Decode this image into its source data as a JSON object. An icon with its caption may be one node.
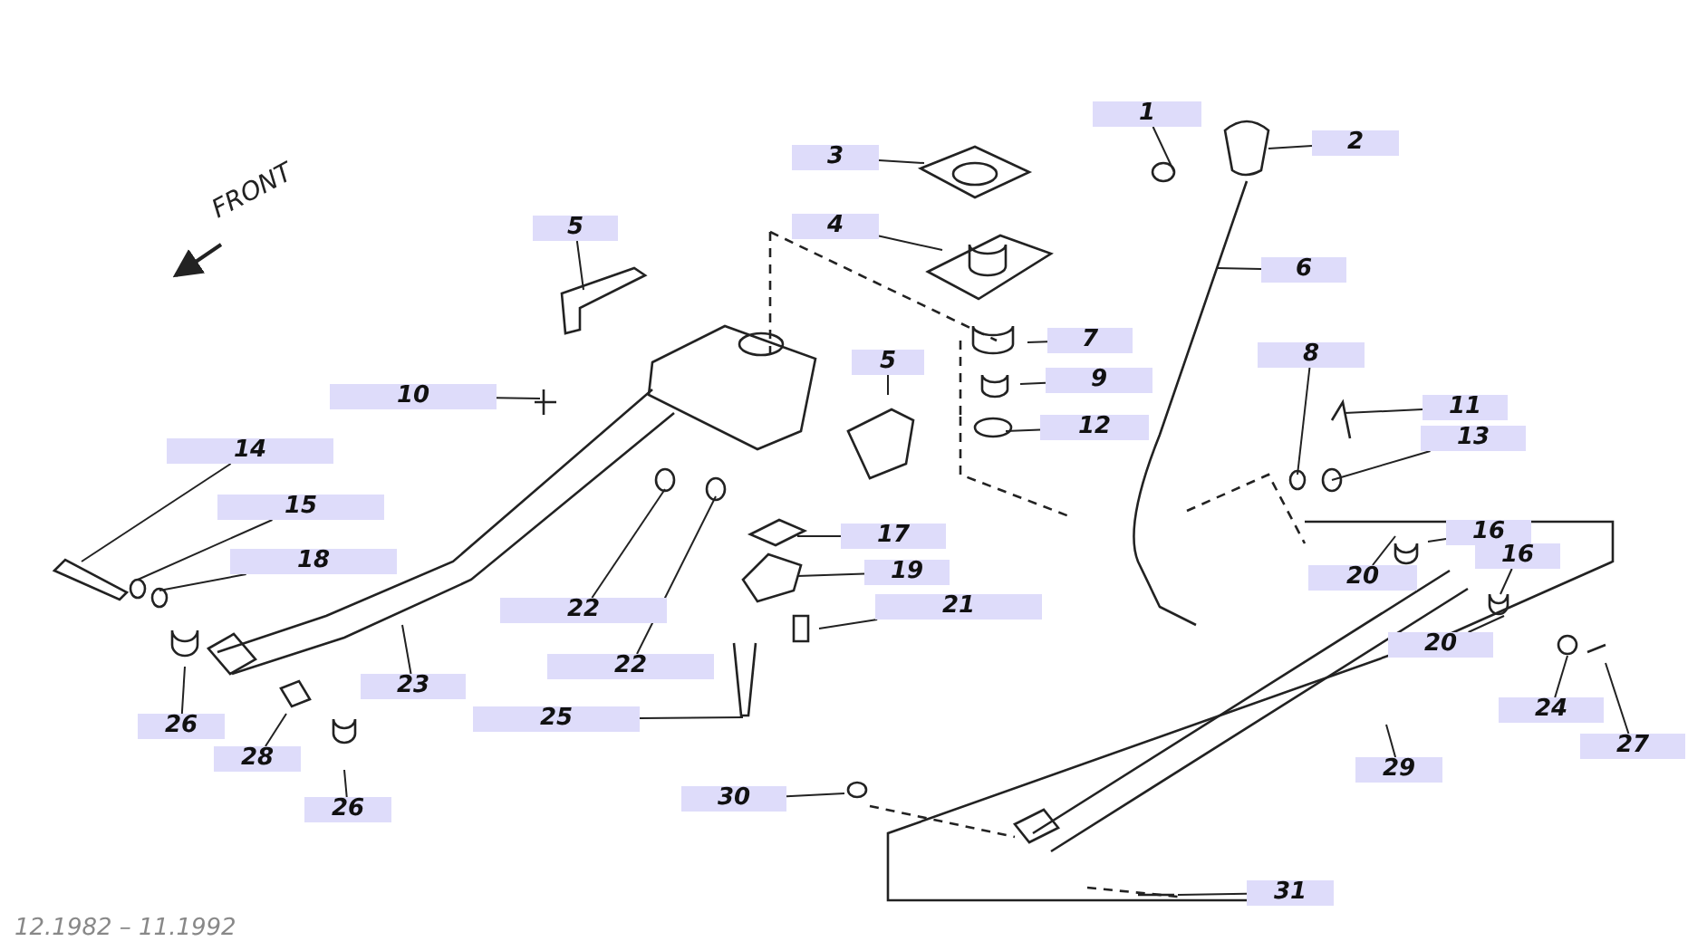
{
  "diagram": {
    "nodes": [
      {
        "text": [
          "1"
        ]
      },
      {
        "text": [
          "2"
        ]
      },
      {
        "text": [
          "3"
        ]
      },
      {
        "text": [
          "4"
        ]
      },
      {
        "text": [
          "5"
        ]
      },
      {
        "text": [
          "6"
        ]
      },
      {
        "text": [
          "7"
        ]
      },
      {
        "text": [
          "5"
        ]
      },
      {
        "text": [
          "9"
        ]
      },
      {
        "text": [
          "10"
        ]
      },
      {
        "text": [
          "8"
        ]
      },
      {
        "text": [
          "11"
        ]
      },
      {
        "text": [
          "12"
        ]
      },
      {
        "text": [
          "13"
        ]
      },
      {
        "text": [
          "14"
        ]
      },
      {
        "text": [
          "15"
        ]
      },
      {
        "text": [
          "18"
        ]
      },
      {
        "text": [
          "17"
        ]
      },
      {
        "text": [
          "16"
        ]
      },
      {
        "text": [
          "19"
        ]
      },
      {
        "text": [
          "16"
        ]
      },
      {
        "text": [
          "20"
        ]
      },
      {
        "text": [
          "22"
        ]
      },
      {
        "text": [
          "21"
        ]
      },
      {
        "text": [
          "20"
        ]
      },
      {
        "text": [
          "22"
        ]
      },
      {
        "text": [
          "23"
        ]
      },
      {
        "text": [
          "26"
        ]
      },
      {
        "text": [
          "24"
        ]
      },
      {
        "text": [
          "25"
        ]
      },
      {
        "text": [
          "28"
        ]
      },
      {
        "text": [
          "27"
        ]
      },
      {
        "text": [
          "29"
        ]
      },
      {
        "text": [
          "26"
        ]
      },
      {
        "text": [
          "30"
        ]
      },
      {
        "text": [
          "31"
        ]
      }
    ],
    "edges": [
      {
        "from": 0,
        "to": null,
        "arrow": "none"
      },
      {
        "from": 1,
        "to": null,
        "arrow": "none"
      },
      {
        "from": 2,
        "to": null,
        "arrow": "none"
      },
      {
        "from": 3,
        "to": null,
        "arrow": "none"
      },
      {
        "from": 4,
        "to": null,
        "arrow": "none"
      },
      {
        "from": 5,
        "to": null,
        "arrow": "none"
      },
      {
        "from": 6,
        "to": null,
        "arrow": "none"
      },
      {
        "from": 7,
        "to": null,
        "arrow": "none"
      },
      {
        "from": 8,
        "to": null,
        "arrow": "none"
      },
      {
        "from": 9,
        "to": null,
        "arrow": "none"
      },
      {
        "from": 10,
        "to": null,
        "arrow": "none"
      },
      {
        "from": 11,
        "to": null,
        "arrow": "none"
      },
      {
        "from": 12,
        "to": null,
        "arrow": "none"
      },
      {
        "from": 13,
        "to": null,
        "arrow": "none"
      },
      {
        "from": 14,
        "to": null,
        "arrow": "none"
      },
      {
        "from": 15,
        "to": null,
        "arrow": "none"
      },
      {
        "from": 16,
        "to": null,
        "arrow": "none"
      },
      {
        "from": 17,
        "to": null,
        "arrow": "none"
      },
      {
        "from": 18,
        "to": null,
        "arrow": "none"
      },
      {
        "from": 19,
        "to": null,
        "arrow": "none"
      },
      {
        "from": 20,
        "to": null,
        "arrow": "none"
      },
      {
        "from": 21,
        "to": null,
        "arrow": "none"
      },
      {
        "from": 22,
        "to": null,
        "arrow": "none"
      },
      {
        "from": 23,
        "to": null,
        "arrow": "none"
      },
      {
        "from": 24,
        "to": null,
        "arrow": "none"
      },
      {
        "from": 25,
        "to": null,
        "arrow": "none"
      },
      {
        "from": 26,
        "to": null,
        "arrow": "none"
      },
      {
        "from": 27,
        "to": null,
        "arrow": "none"
      },
      {
        "from": 28,
        "to": null,
        "arrow": "none"
      },
      {
        "from": 29,
        "to": null,
        "arrow": "none"
      },
      {
        "from": 30,
        "to": null,
        "arrow": "none"
      },
      {
        "from": 31,
        "to": null,
        "arrow": "none"
      },
      {
        "from": 32,
        "to": null,
        "arrow": "none"
      },
      {
        "from": 33,
        "to": null,
        "arrow": "none"
      },
      {
        "from": 34,
        "to": null,
        "arrow": "none"
      },
      {
        "from": 35,
        "to": null,
        "arrow": "none"
      }
    ],
    "labels": [
      "FRONT",
      "12.1982 – 11.1992"
    ]
  }
}
